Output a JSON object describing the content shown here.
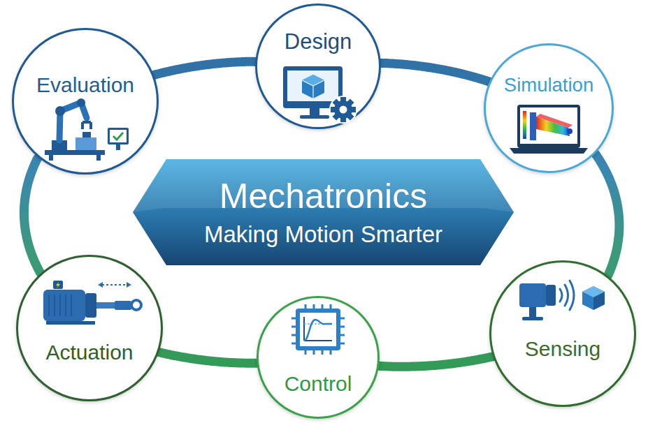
{
  "diagram": {
    "nodes": [
      {
        "text": [
          "Design"
        ]
      },
      {
        "text": [
          "Simulation"
        ]
      },
      {
        "text": [
          "Sensing"
        ]
      },
      {
        "text": [
          "Control"
        ]
      },
      {
        "text": [
          "Actuation"
        ]
      },
      {
        "text": [
          "Evaluation"
        ]
      },
      {
        "text": [
          "Mechatronics",
          "Making Motion Smarter"
        ]
      }
    ],
    "edges": [
      {
        "from": 0,
        "to": 1,
        "arrow": "none"
      },
      {
        "from": 1,
        "to": 2,
        "arrow": "none"
      },
      {
        "from": 2,
        "to": 3,
        "arrow": "none"
      },
      {
        "from": 3,
        "to": 4,
        "arrow": "none"
      },
      {
        "from": 4,
        "to": 5,
        "arrow": "none"
      },
      {
        "from": 5,
        "to": 0,
        "arrow": "none"
      }
    ]
  }
}
